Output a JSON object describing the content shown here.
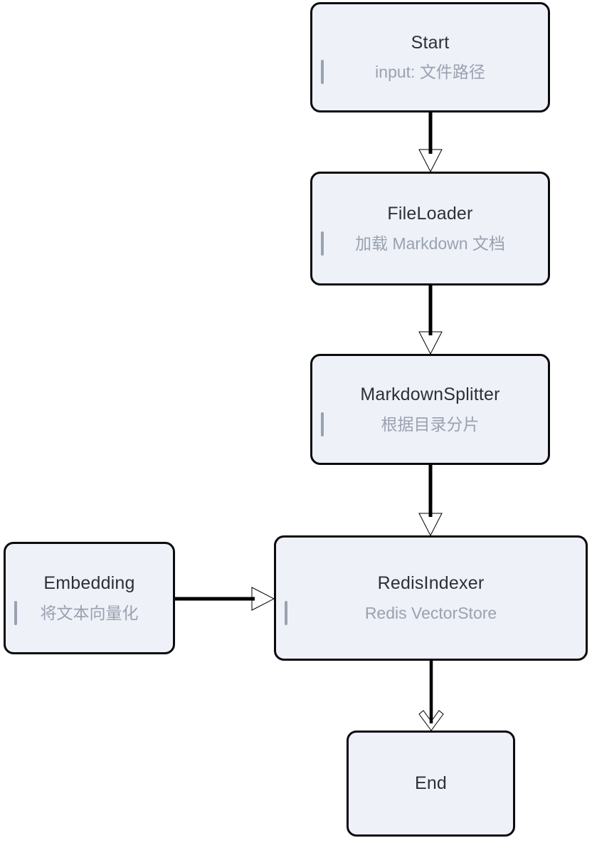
{
  "diagram": {
    "type": "flowchart",
    "direction": "top-to-bottom",
    "background": "#ffffff",
    "node_fill": "#eef1f8",
    "node_border": "#0b0b0d",
    "title_color": "#2c3038",
    "subtitle_color": "#9aa2b0",
    "accent_color": "#9aa2b0",
    "connector_color": "#000000"
  },
  "nodes": [
    {
      "id": "start",
      "title": "Start",
      "subtitle": "input: 文件路径"
    },
    {
      "id": "file-loader",
      "title": "FileLoader",
      "subtitle": "加载 Markdown 文档"
    },
    {
      "id": "markdown-splitter",
      "title": "MarkdownSplitter",
      "subtitle": "根据目录分片"
    },
    {
      "id": "embedding",
      "title": "Embedding",
      "subtitle": "将文本向量化"
    },
    {
      "id": "redis-indexer",
      "title": "RedisIndexer",
      "subtitle": "Redis VectorStore"
    },
    {
      "id": "end",
      "title": "End",
      "subtitle": ""
    }
  ],
  "edges": [
    {
      "id": "start-to-file-loader",
      "from": "start",
      "to": "file-loader",
      "label": ""
    },
    {
      "id": "file-loader-to-markdown-splitter",
      "from": "file-loader",
      "to": "markdown-splitter",
      "label": ""
    },
    {
      "id": "markdown-splitter-to-redis-indexer",
      "from": "markdown-splitter",
      "to": "redis-indexer",
      "label": ""
    },
    {
      "id": "embedding-to-redis-indexer",
      "from": "embedding",
      "to": "redis-indexer",
      "label": ""
    },
    {
      "id": "redis-indexer-to-end",
      "from": "redis-indexer",
      "to": "end",
      "label": ""
    }
  ]
}
